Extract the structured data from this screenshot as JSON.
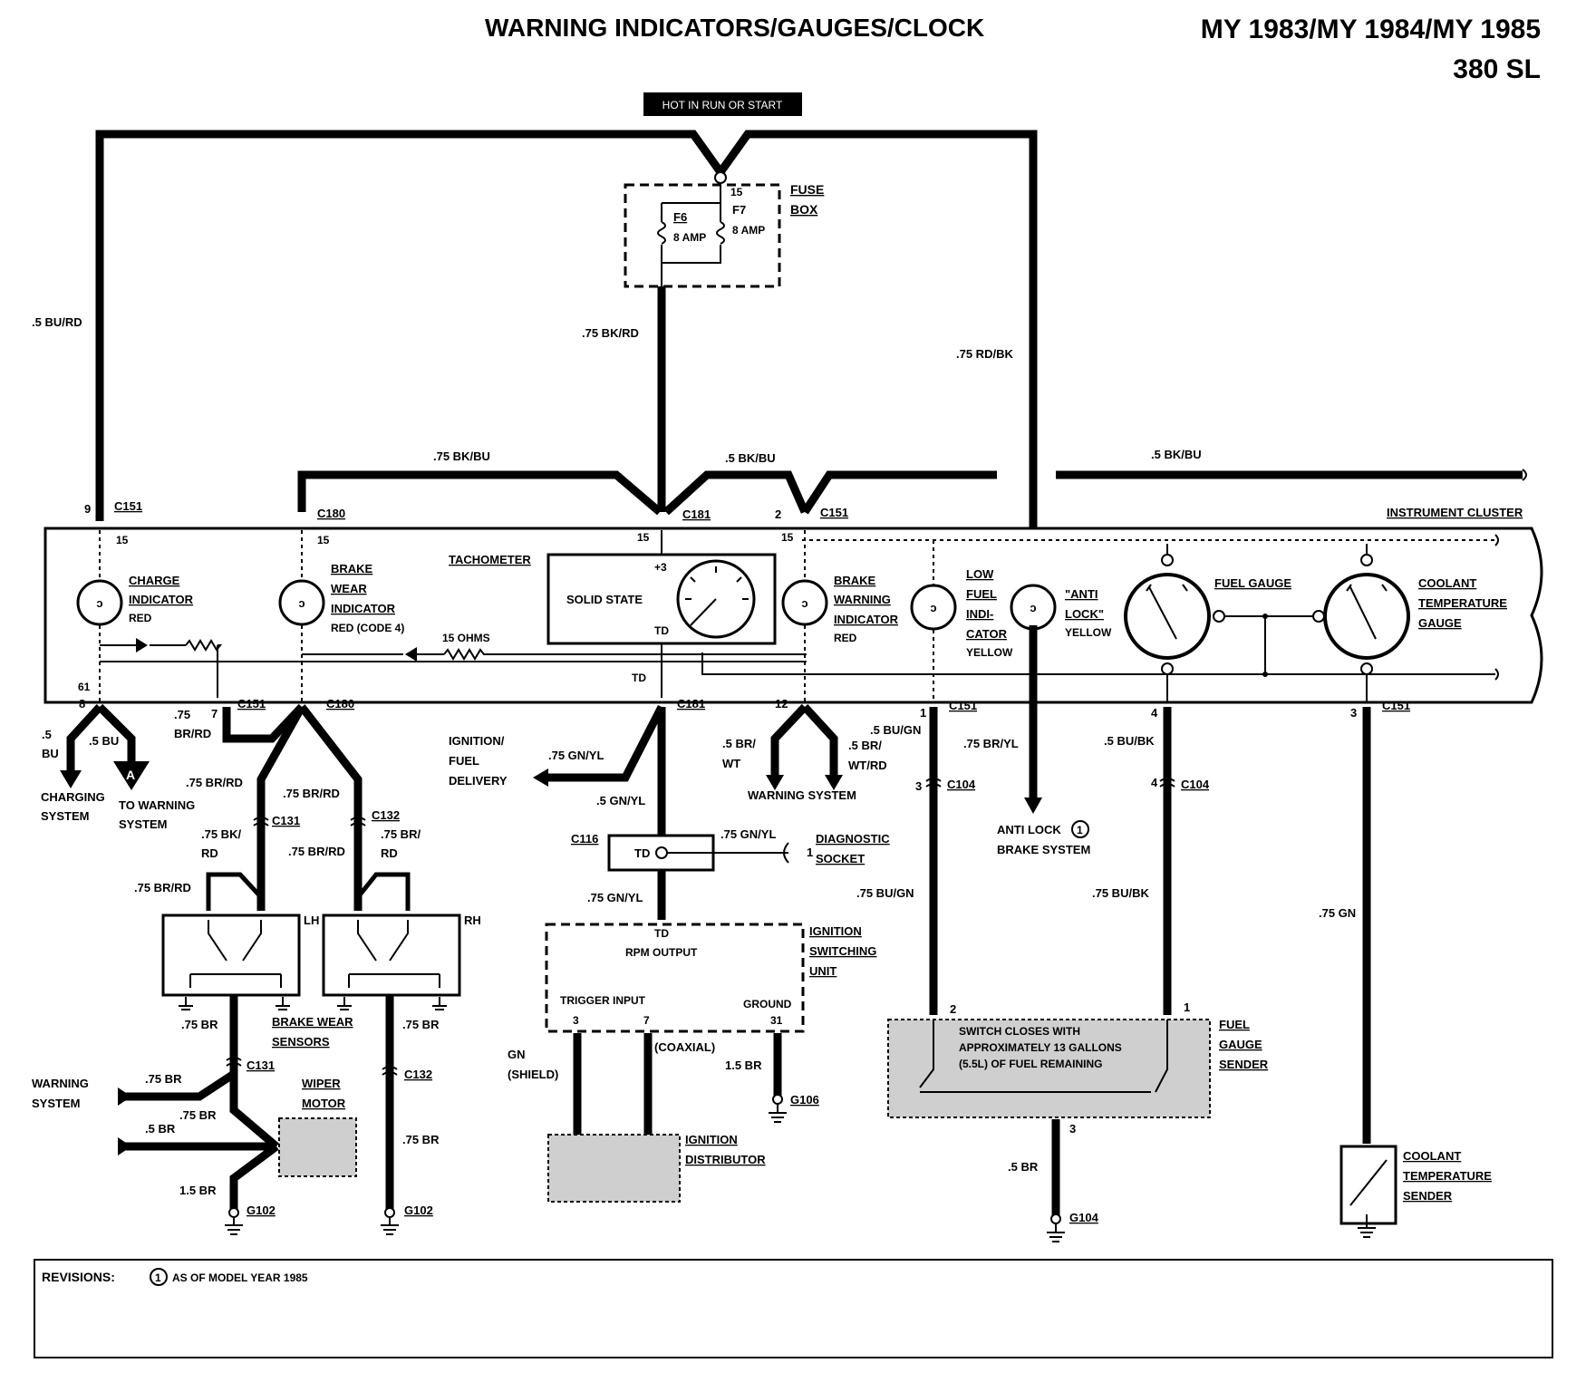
{
  "header": {
    "title": "WARNING INDICATORS/GAUGES/CLOCK",
    "model_years": "MY 1983/MY 1984/MY 1985",
    "model": "380 SL",
    "hot_label": "HOT IN RUN OR START"
  },
  "fuse_box": {
    "label_line1": "FUSE",
    "label_line2": "BOX",
    "f6_name": "F6",
    "f6_rating": "8 AMP",
    "f7_name": "F7",
    "f7_rating": "8 AMP",
    "terminal": "15"
  },
  "wires": {
    "w_bu_rd": ".5 BU/RD",
    "w_bk_rd": ".75 BK/RD",
    "w_rd_bk": ".75 RD/BK",
    "w_bk_bu_1": ".75 BK/BU",
    "w_bk_bu_2": ".5 BK/BU",
    "w_bk_bu_3": ".5 BK/BU",
    "w_5bu_a": ".5",
    "w_5bu_b": "BU",
    "w_5bu_c": ".5 BU",
    "w_br_rd_a": ".75",
    "w_br_rd_b": "BR/RD",
    "w_br_rd_left": ".75 BR/RD",
    "w_br_rd_right": ".75 BR/RD",
    "w_bk_rd_a": ".75 BK/",
    "w_bk_rd_b": "RD",
    "w_br_rd_c": ".75 BR/RD",
    "w_br_rd_d": ".75 BR/RD",
    "w_br_rd_e": ".75 BR/",
    "w_br_rd_f": "RD",
    "w_gn_yl_1": ".75 GN/YL",
    "w_gn_yl_2": ".5 GN/YL",
    "w_gn_yl_3": ".75 GN/YL",
    "w_gn_yl_4": ".75 GN/YL",
    "w_br_wt_a": ".5 BR/",
    "w_br_wt_b": "WT",
    "w_br_wtrd_a": ".5 BR/",
    "w_br_wtrd_b": "WT/RD",
    "w_bu_gn_1": ".5 BU/GN",
    "w_br_yl": ".75 BR/YL",
    "w_bu_bk_1": ".5 BU/BK",
    "w_bu_gn_2": ".75 BU/GN",
    "w_bu_bk_2": ".75 BU/BK",
    "w_gn": ".75 GN",
    "w_br_1": ".75 BR",
    "w_br_2": ".75 BR",
    "w_br_3": ".75 BR",
    "w_br_4": ".75 BR",
    "w_br_5": ".5 BR",
    "w_br_6": "1.5 BR",
    "w_br_7": ".75 BR",
    "w_br_8": "1.5 BR",
    "w_br_9": ".5 BR",
    "w_gn_shield_a": "GN",
    "w_gn_shield_b": "(SHIELD)",
    "w_coaxial": "(COAXIAL)"
  },
  "connectors": {
    "c151": "C151",
    "c180": "C180",
    "c181": "C181",
    "c131": "C131",
    "c132": "C132",
    "c116": "C116",
    "c104": "C104",
    "g102": "G102",
    "g104": "G104",
    "g106": "G106"
  },
  "pins": {
    "p9": "9",
    "p2": "2",
    "p8": "8",
    "p7": "7",
    "p12": "12",
    "p1": "1",
    "p4": "4",
    "p3": "3",
    "p15": "15",
    "p61": "61",
    "plus3": "+3",
    "td": "TD",
    "p31": "31"
  },
  "cluster": {
    "label": "INSTRUMENT CLUSTER",
    "charge_l1": "CHARGE",
    "charge_l2": "INDICATOR",
    "charge_color": "RED",
    "brake_wear_l1": "BRAKE",
    "brake_wear_l2": "WEAR",
    "brake_wear_l3": "INDICATOR",
    "brake_wear_color": "RED (CODE 4)",
    "tach_label": "TACHOMETER",
    "solid_state": "SOLID STATE",
    "ohms": "15 OHMS",
    "brake_warn_l1": "BRAKE",
    "brake_warn_l2": "WARNING",
    "brake_warn_l3": "INDICATOR",
    "brake_warn_color": "RED",
    "low_fuel_l1": "LOW",
    "low_fuel_l2": "FUEL",
    "low_fuel_l3": "INDI-",
    "low_fuel_l4": "CATOR",
    "low_fuel_color": "YELLOW",
    "anti_lock_l1": "\"ANTI",
    "anti_lock_l2": "LOCK\"",
    "anti_lock_color": "YELLOW",
    "fuel_gauge": "FUEL GAUGE",
    "coolant_l1": "COOLANT",
    "coolant_l2": "TEMPERATURE",
    "coolant_l3": "GAUGE"
  },
  "destinations": {
    "charging_l1": "CHARGING",
    "charging_l2": "SYSTEM",
    "to_warning_l1": "TO WARNING",
    "to_warning_l2": "SYSTEM",
    "marker_a": "A",
    "ign_fuel_l1": "IGNITION/",
    "ign_fuel_l2": "FUEL",
    "ign_fuel_l3": "DELIVERY",
    "warning_system": "WARNING SYSTEM",
    "anti_lock_l1": "ANTI LOCK",
    "anti_lock_l2": "BRAKE SYSTEM",
    "warn_sys_left_l1": "WARNING",
    "warn_sys_left_l2": "SYSTEM",
    "diag_l1": "DIAGNOSTIC",
    "diag_l2": "SOCKET"
  },
  "components": {
    "lh": "LH",
    "rh": "RH",
    "brake_wear_sensors_l1": "BRAKE WEAR",
    "brake_wear_sensors_l2": "SENSORS",
    "wiper_l1": "WIPER",
    "wiper_l2": "MOTOR",
    "isu_l1": "IGNITION",
    "isu_l2": "SWITCHING",
    "isu_l3": "UNIT",
    "isu_rpm": "RPM OUTPUT",
    "isu_trigger": "TRIGGER INPUT",
    "isu_ground": "GROUND",
    "isu_pin3": "3",
    "isu_pin7": "7",
    "dist_l1": "IGNITION",
    "dist_l2": "DISTRIBUTOR",
    "fuel_sender_l1": "FUEL",
    "fuel_sender_l2": "GAUGE",
    "fuel_sender_l3": "SENDER",
    "sender_note_l1": "SWITCH CLOSES WITH",
    "sender_note_l2": "APPROXIMATELY 13 GALLONS",
    "sender_note_l3": "(5.5L) OF FUEL REMAINING",
    "coolant_sender_l1": "COOLANT",
    "coolant_sender_l2": "TEMPERATURE",
    "coolant_sender_l3": "SENDER"
  },
  "revisions": {
    "label": "REVISIONS:",
    "marker": "1",
    "text": "AS OF MODEL YEAR 1985"
  }
}
